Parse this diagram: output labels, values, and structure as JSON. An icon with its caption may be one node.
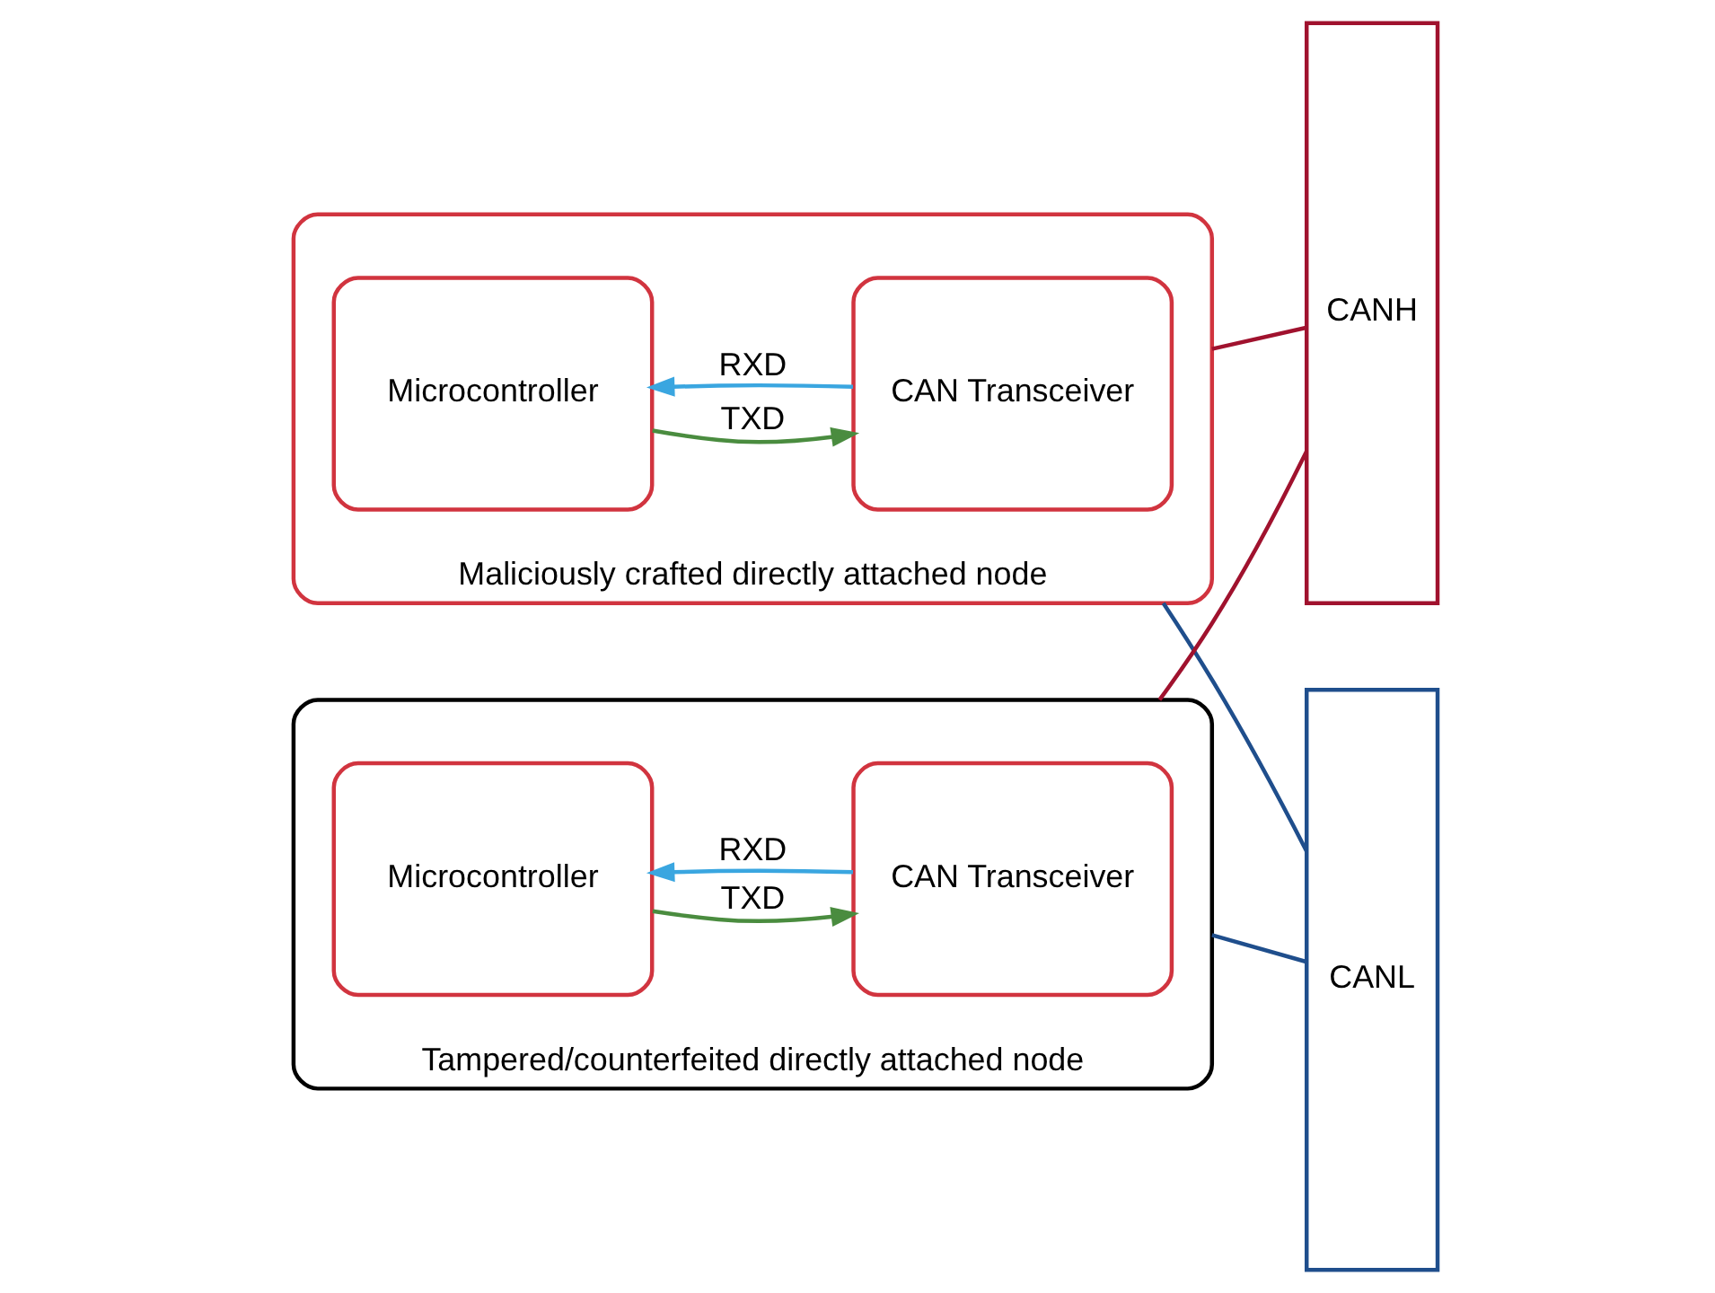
{
  "diagram": {
    "nodes": [
      {
        "text": [
          "Maliciously crafted directly attached node"
        ]
      },
      {
        "text": [
          "Microcontroller"
        ],
        "in": 0
      },
      {
        "text": [
          "CAN Transceiver"
        ],
        "in": 0
      },
      {
        "text": [
          "Tampered/counterfeited directly attached node"
        ]
      },
      {
        "text": [
          "Microcontroller"
        ],
        "in": 3
      },
      {
        "text": [
          "CAN Transceiver"
        ],
        "in": 3
      },
      {
        "text": [
          "CANH"
        ]
      },
      {
        "text": [
          "CANL"
        ]
      }
    ],
    "edges": [
      {
        "from": 2,
        "to": 1,
        "arrow": "to",
        "label": "RXD",
        "color": "#3aa6e0"
      },
      {
        "from": 1,
        "to": 2,
        "arrow": "to",
        "label": "TXD",
        "color": "#4a8c3f"
      },
      {
        "from": 0,
        "to": 6,
        "arrow": "none",
        "color": "#a0122e"
      },
      {
        "from": 0,
        "to": 7,
        "arrow": "none",
        "color": "#1f4e8c"
      },
      {
        "from": 4,
        "to": 5,
        "arrow": "to",
        "label": "TXD",
        "color": "#4a8c3f"
      },
      {
        "from": 5,
        "to": 4,
        "arrow": "to",
        "label": "RXD",
        "color": "#3aa6e0"
      },
      {
        "from": 3,
        "to": 6,
        "arrow": "none",
        "color": "#a0122e"
      },
      {
        "from": 3,
        "to": 7,
        "arrow": "none",
        "color": "#1f4e8c"
      }
    ]
  }
}
